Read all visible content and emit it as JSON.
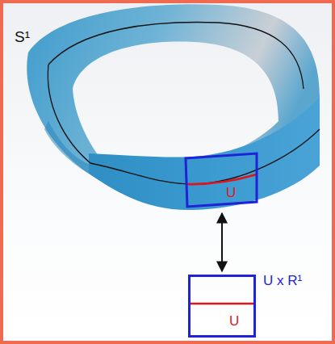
{
  "diagram": {
    "nodes": [
      {
        "text": [
          "U"
        ]
      },
      {
        "text": [
          "U x R¹",
          "U"
        ]
      }
    ],
    "edges": [
      {
        "from": 0,
        "to": 1,
        "arrow": "both"
      }
    ],
    "labels": [
      "S¹"
    ]
  }
}
